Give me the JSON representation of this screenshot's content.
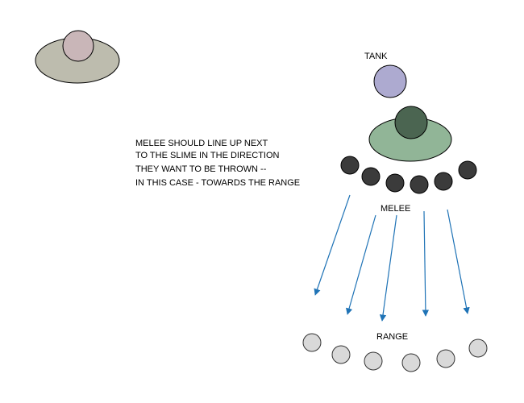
{
  "labels": {
    "tank": "TANK",
    "melee": "MELEE",
    "range": "RANGE"
  },
  "instruction": {
    "lines": [
      "MELEE SHOULD LINE UP NEXT",
      "TO THE SLIME IN THE DIRECTION",
      "THEY WANT TO BE THROWN --",
      "IN THIS CASE - TOWARDS THE RANGE"
    ]
  },
  "colors": {
    "remote_slime_body": "#bdbcae",
    "remote_slime_head": "#c9b6b8",
    "tank": "#adaad0",
    "slime_body": "#91b597",
    "slime_head": "#4b6551",
    "melee": "#3b3b3b",
    "range": "#d9d9d9",
    "arrow": "#1f73b6",
    "outline": "#000000"
  }
}
